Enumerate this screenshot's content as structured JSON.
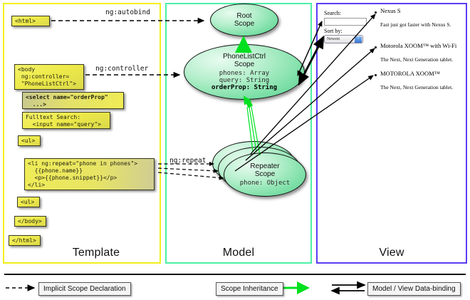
{
  "diagram": {
    "title": "AngularJS Template / Model / View scope data-binding diagram",
    "colors": {
      "template_border": "#f2ef1d",
      "model_border": "#4bf0a5",
      "view_border": "#5b3df5",
      "code_box_fill": "#eeea4a",
      "scope_fill": "#7fe0a8",
      "inheritance_arrow": "#00e020",
      "binding_arrow": "#000000"
    }
  },
  "columns": {
    "template": {
      "label": "Template",
      "boxes": [
        {
          "id": "html-open",
          "text": "<html>"
        },
        {
          "id": "body-open",
          "text": "<body\n ng:controller=\n \"PhoneListCtrl\">"
        },
        {
          "id": "select",
          "text": "<select name=\"orderProp\"\n  ...>"
        },
        {
          "id": "fulltext",
          "text": "Fulltext Search:\n  <input name=\"query\">"
        },
        {
          "id": "ul-open",
          "text": "<ul>"
        },
        {
          "id": "li-repeat",
          "text": "<li ng:repeat=\"phone in phones\">\n  {{phone.name}}\n  <p>{{phone.snippet}}</p>\n</li>"
        },
        {
          "id": "ul-close",
          "text": "<ul>"
        },
        {
          "id": "body-close",
          "text": "</body>"
        },
        {
          "id": "html-close",
          "text": "</html>"
        }
      ]
    },
    "model": {
      "label": "Model",
      "scopes": [
        {
          "id": "root",
          "title": "Root\nScope",
          "props": []
        },
        {
          "id": "ctrl",
          "title": "PhoneListCtrl\nScope",
          "props": [
            {
              "text": "phones: Array",
              "bold": false
            },
            {
              "text": "query: String",
              "bold": false
            },
            {
              "text": "orderProp: String",
              "bold": true
            }
          ]
        },
        {
          "id": "repeater",
          "title": "Repeater\nScope",
          "props": [
            {
              "text": "phone: Object",
              "bold": false
            }
          ]
        }
      ]
    },
    "view": {
      "label": "View",
      "search_label": "Search:",
      "search_value": "",
      "sort_label": "Sort by:",
      "sort_value": "Newest",
      "phones": [
        {
          "name": "Nexus S",
          "snippet": "Fast just got faster with Nexus S."
        },
        {
          "name": "Motorola XOOM™  with Wi-Fi",
          "snippet": "The Next, Next Generation tablet."
        },
        {
          "name": "MOTOROLA XOOM™",
          "snippet": "The Next, Next Generation tablet."
        }
      ]
    }
  },
  "edge_labels": {
    "autobind": "ng:autobind",
    "controller": "ng:controller",
    "repeat": "ng:repeat"
  },
  "legend": {
    "items": [
      {
        "id": "implicit",
        "label": "Implicit Scope Declaration",
        "style": "dashed-black-arrow"
      },
      {
        "id": "inheritance",
        "label": "Scope Inheritance",
        "style": "solid-green-arrow"
      },
      {
        "id": "databinding",
        "label": "Model / View Data-binding",
        "style": "double-black-arrow"
      }
    ]
  }
}
